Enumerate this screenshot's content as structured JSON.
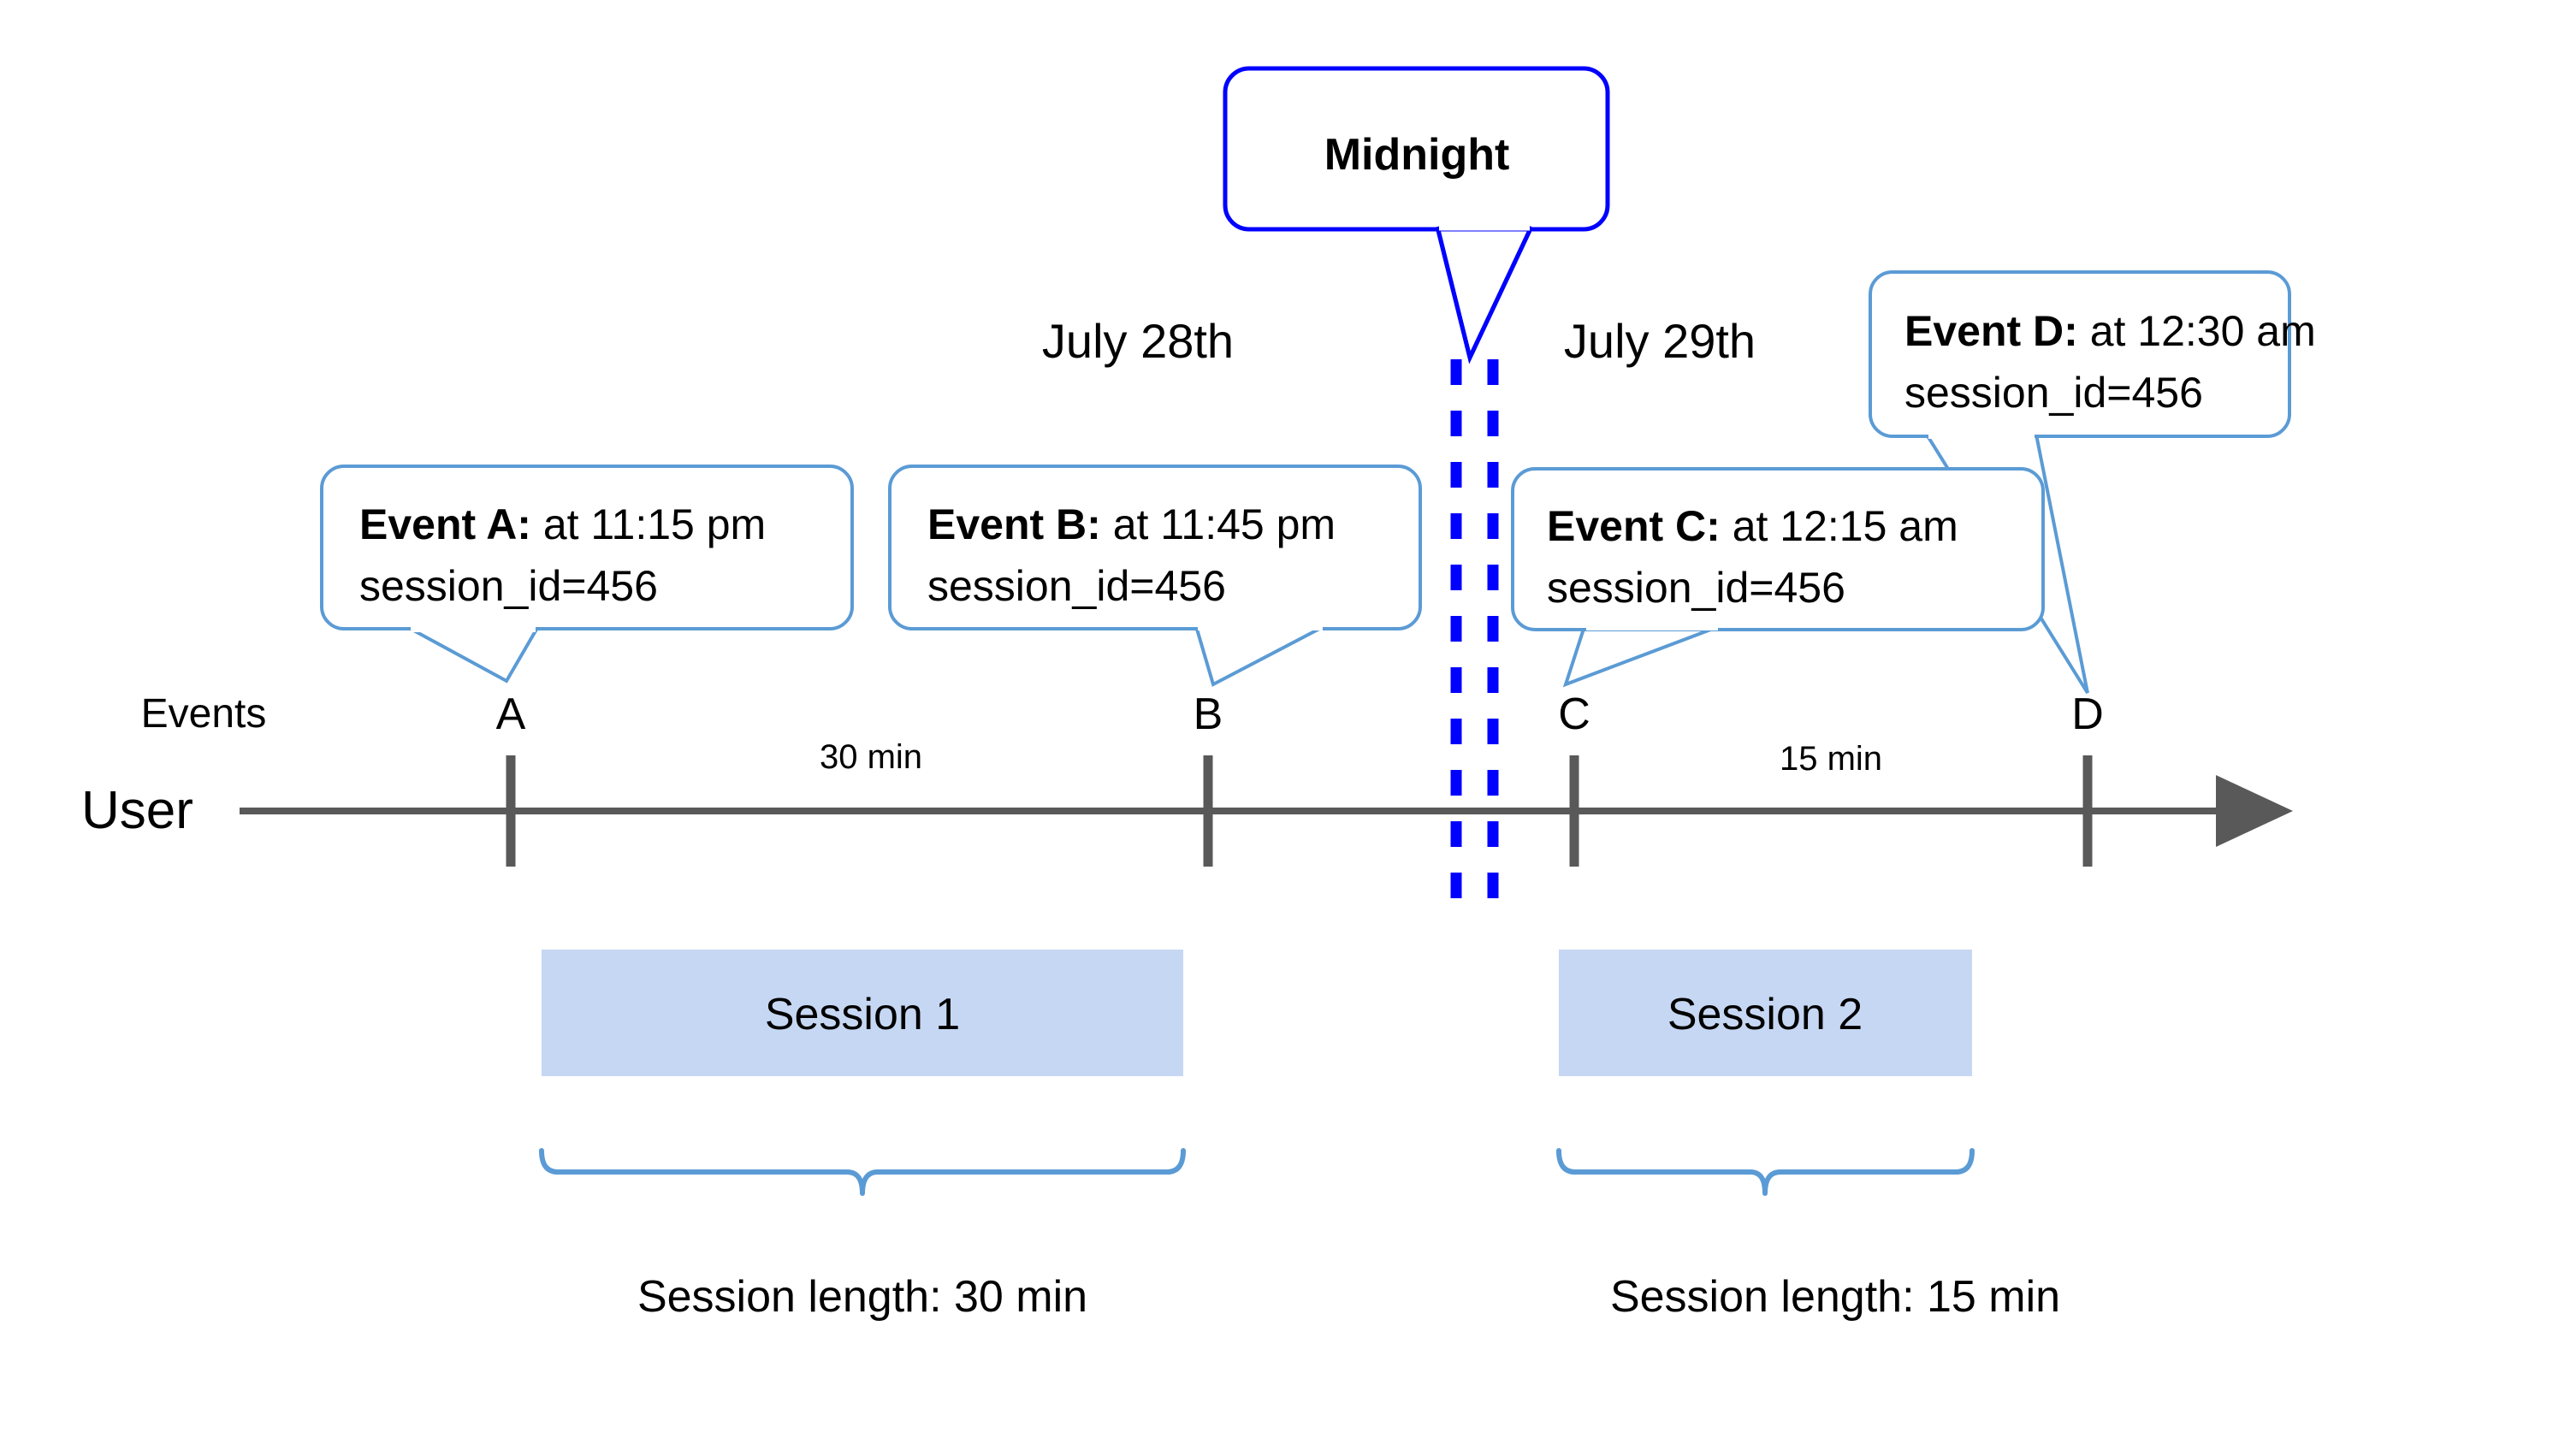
{
  "diagram": {
    "title_callout": {
      "label": "Midnight"
    },
    "axis": {
      "row_label": "User",
      "events_label": "Events"
    },
    "dates": [
      {
        "label": "July 28th"
      },
      {
        "label": "July 29th"
      }
    ],
    "events": [
      {
        "marker": "A",
        "bold": "Event A:",
        "rest": " at 11:15 pm",
        "line2": "session_id=456"
      },
      {
        "marker": "B",
        "bold": "Event B:",
        "rest": " at 11:45 pm",
        "line2": "session_id=456"
      },
      {
        "marker": "C",
        "bold": "Event C:",
        "rest": " at 12:15 am",
        "line2": "session_id=456"
      },
      {
        "marker": "D",
        "bold": "Event D:",
        "rest": " at 12:30 am",
        "line2": "session_id=456"
      }
    ],
    "gaps": [
      {
        "label": "30 min"
      },
      {
        "label": "15 min"
      }
    ],
    "sessions": [
      {
        "name": "Session 1",
        "length_label": "Session length: 30 min"
      },
      {
        "name": "Session 2",
        "length_label": "Session length: 15 min"
      }
    ],
    "colors": {
      "callout_border": "#5B9BD5",
      "midnight_border": "#0000FF",
      "axis": "#595959",
      "session_fill": "#C6D7F3",
      "text": "#000000"
    }
  }
}
